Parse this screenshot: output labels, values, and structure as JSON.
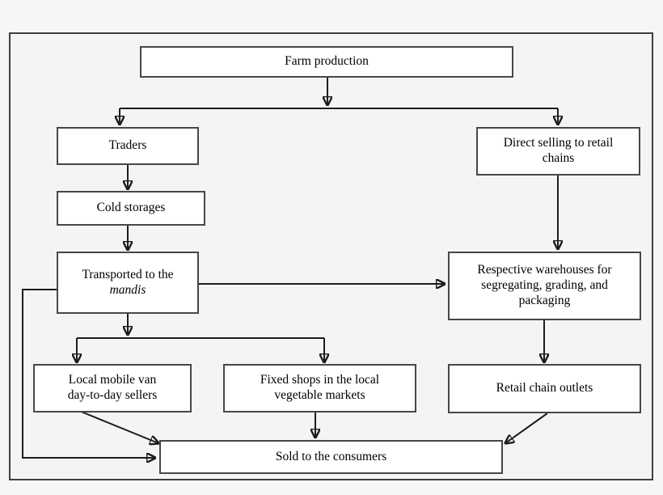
{
  "diagram": {
    "title": "Vegetable supply chain flowchart",
    "background_color": "#f6f6f6",
    "frame_color": "#3f3f3f",
    "node_fill": "#ffffff",
    "node_border": "#474747",
    "connector_color": "#1d1d1d"
  },
  "nodes": {
    "farm_production": {
      "label": "Farm production"
    },
    "traders": {
      "label": "Traders"
    },
    "cold_storages": {
      "label": "Cold storages"
    },
    "transported_mandis": {
      "line1": "Transported to the",
      "line2": "mandis",
      "line2_style": "italic"
    },
    "direct_selling": {
      "line1": "Direct selling to retail",
      "line2": "chains"
    },
    "warehouses": {
      "line1": "Respective warehouses for",
      "line2": "segregating, grading, and",
      "line3": "packaging"
    },
    "local_mobile_van": {
      "line1": "Local mobile van",
      "line2": "day-to-day sellers"
    },
    "fixed_shops": {
      "line1": "Fixed shops in the local",
      "line2": "vegetable markets"
    },
    "retail_outlets": {
      "label": "Retail chain outlets"
    },
    "sold_to_consumers": {
      "label": "Sold to the consumers"
    }
  },
  "edges": [
    {
      "from": "farm_production",
      "to": "traders",
      "type": "split-down-left"
    },
    {
      "from": "farm_production",
      "to": "direct_selling",
      "type": "split-down-right"
    },
    {
      "from": "traders",
      "to": "cold_storages",
      "type": "straight-down"
    },
    {
      "from": "cold_storages",
      "to": "transported_mandis",
      "type": "straight-down"
    },
    {
      "from": "transported_mandis",
      "to": "warehouses",
      "type": "straight-right"
    },
    {
      "from": "direct_selling",
      "to": "warehouses",
      "type": "straight-down"
    },
    {
      "from": "transported_mandis",
      "to": "local_mobile_van",
      "type": "split-down-left"
    },
    {
      "from": "transported_mandis",
      "to": "fixed_shops",
      "type": "split-down-right"
    },
    {
      "from": "warehouses",
      "to": "retail_outlets",
      "type": "straight-down"
    },
    {
      "from": "local_mobile_van",
      "to": "sold_to_consumers",
      "type": "diagonal"
    },
    {
      "from": "fixed_shops",
      "to": "sold_to_consumers",
      "type": "straight-down"
    },
    {
      "from": "retail_outlets",
      "to": "sold_to_consumers",
      "type": "diagonal"
    },
    {
      "from": "transported_mandis",
      "to": "sold_to_consumers",
      "type": "feedback-loop-left"
    }
  ]
}
